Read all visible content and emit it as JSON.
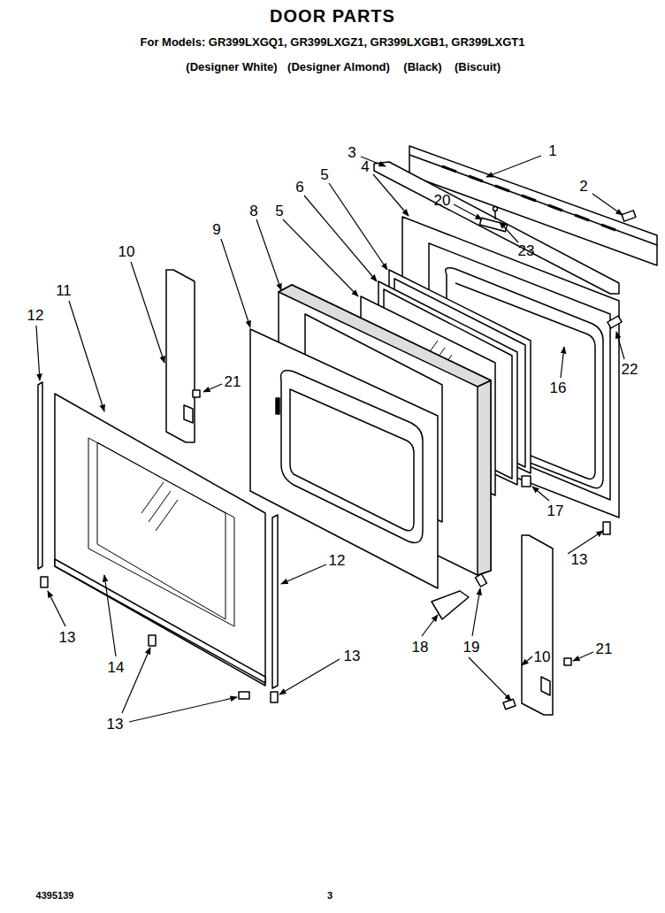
{
  "diagram": {
    "title": "DOOR PARTS",
    "labels": [
      "For Models: GR399LXGQ1, GR399LXGZ1, GR399LXGB1, GR399LXGT1",
      "(Designer White)",
      "(Designer Almond)",
      "(Black)",
      "(Biscuit)",
      "1",
      "3",
      "4",
      "2",
      "5",
      "6",
      "20",
      "5",
      "8",
      "9",
      "23",
      "10",
      "11",
      "12",
      "22",
      "21",
      "16",
      "17",
      "13",
      "12",
      "13",
      "18",
      "19",
      "21",
      "13",
      "10",
      "14",
      "13",
      "4395139",
      "3"
    ]
  }
}
